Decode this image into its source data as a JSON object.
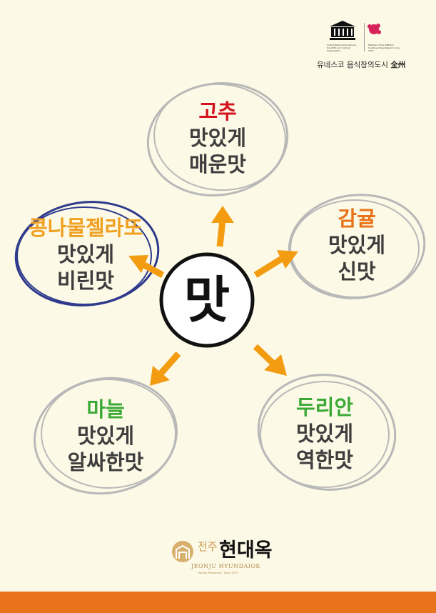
{
  "header": {
    "org_name": "United Nations Educational, Scientific and Cultural Organization",
    "city_designation": "Member of the UNESCO Creative Cities Network since 2012",
    "caption": "유네스코 음식창의도시",
    "city": "全州"
  },
  "center": {
    "label": "맛"
  },
  "bubbles": [
    {
      "title": "고추",
      "line1": "맛있게",
      "line2": "매운맛",
      "title_color": "#d4121e"
    },
    {
      "title": "감귤",
      "line1": "맛있게",
      "line2": "신맛",
      "title_color": "#e8731a"
    },
    {
      "title": "콩나물젤라또",
      "line1": "맛있게",
      "line2": "비린맛",
      "title_color": "#f0a020"
    },
    {
      "title": "마늘",
      "line1": "맛있게",
      "line2": "알싸한맛",
      "title_color": "#3aa935"
    },
    {
      "title": "두리안",
      "line1": "맛있게",
      "line2": "역한맛",
      "title_color": "#3aa935"
    }
  ],
  "brand": {
    "region": "전주",
    "name": "현대옥",
    "english": "JEONJU HYUNDAIOK",
    "tagline": "Korean Restaurant · Since 1979"
  },
  "colors": {
    "accent": "#f39c12",
    "footer": "#e8731a",
    "background": "#fcf9e6"
  }
}
